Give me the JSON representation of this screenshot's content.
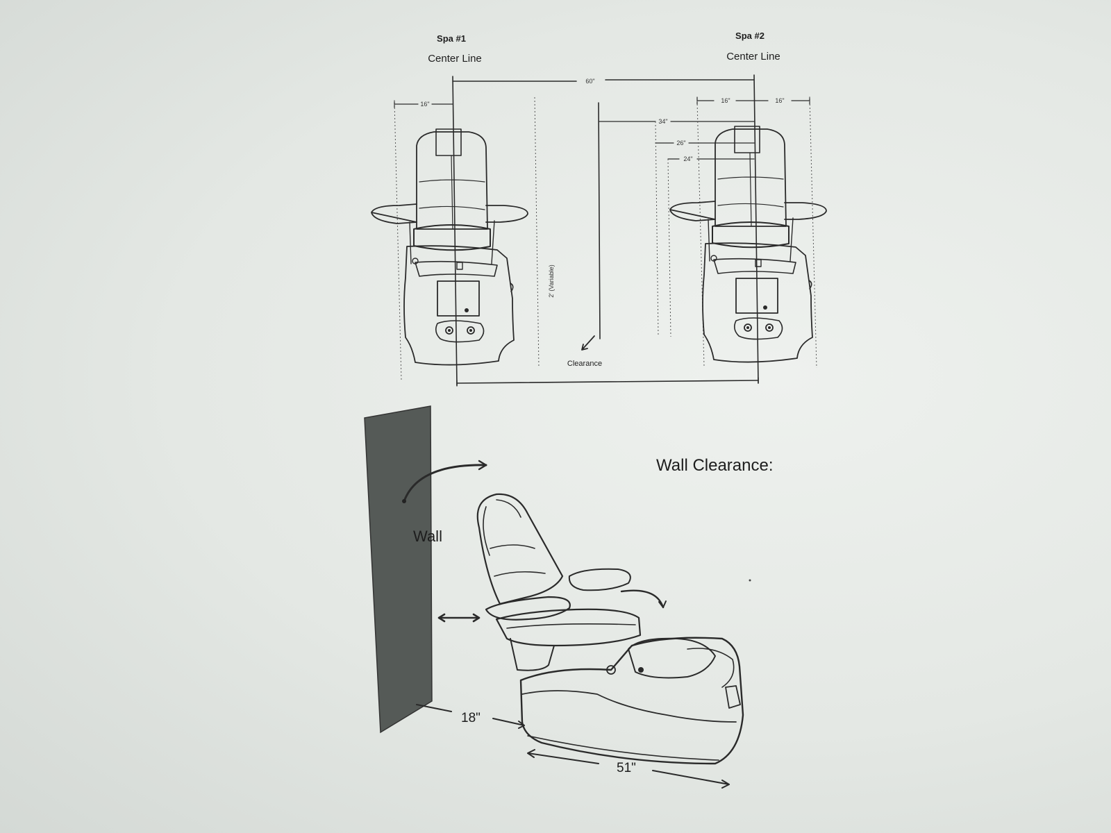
{
  "top_plan": {
    "spa1": {
      "name": "Spa #1",
      "subtitle": "Center Line"
    },
    "spa2": {
      "name": "Spa #2",
      "subtitle": "Center Line"
    },
    "dims": {
      "spacing": "60\"",
      "spa1_half": "16\"",
      "spa2_left": "16\"",
      "spa2_right": "16\"",
      "d34": "34\"",
      "d26": "26\"",
      "d24": "24\"",
      "vertical": "2' (Variable)"
    },
    "clearance_label": "Clearance"
  },
  "wall_view": {
    "title": "Wall Clearance:",
    "wall_label": "Wall",
    "dim_back": "18\"",
    "dim_length": "51\""
  }
}
